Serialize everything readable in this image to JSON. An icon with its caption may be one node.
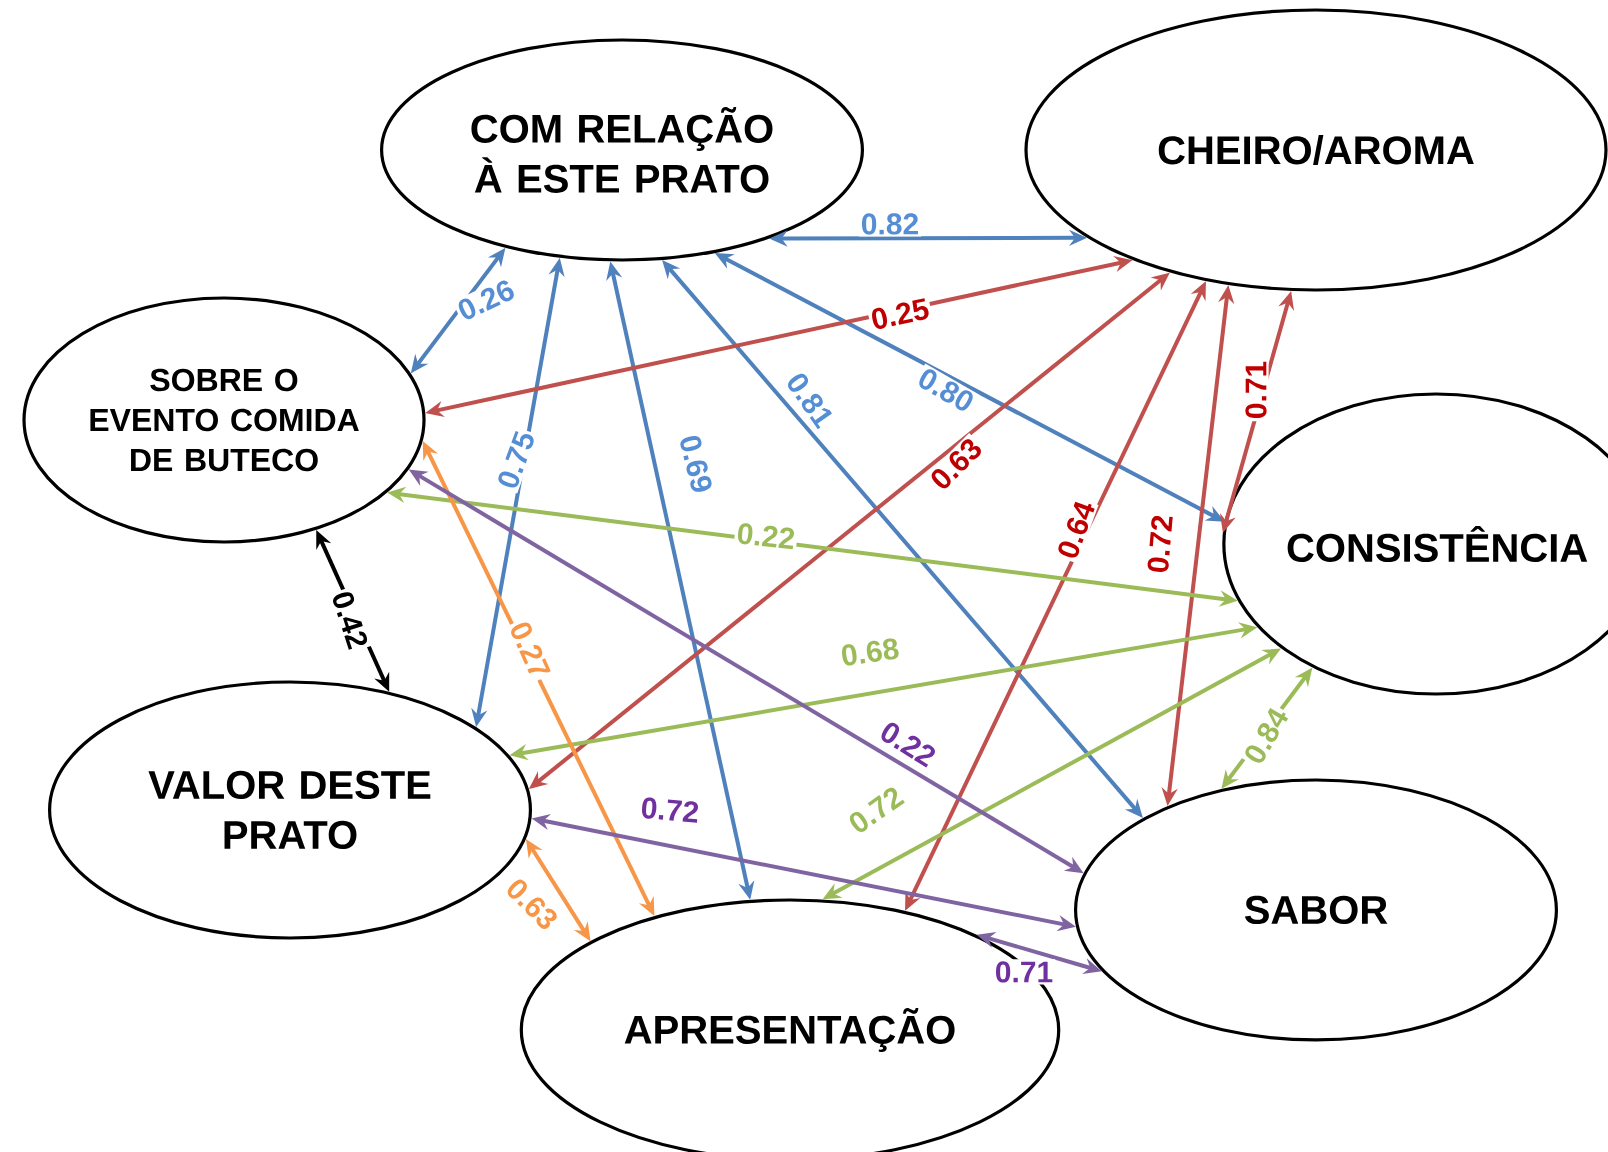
{
  "diagram": {
    "nodes": [
      {
        "text": [
          "COM RELAÇÃO À ESTE PRATO"
        ]
      },
      {
        "text": [
          "CHEIRO/AROMA"
        ]
      },
      {
        "text": [
          "SOBRE O EVENTO COMIDA DE BUTECO"
        ]
      },
      {
        "text": [
          "CONSISTÊNCIA"
        ]
      },
      {
        "text": [
          "VALOR DESTE PRATO"
        ]
      },
      {
        "text": [
          "SABOR"
        ]
      },
      {
        "text": [
          "APRESENTAÇÃO"
        ]
      }
    ],
    "edges": [
      {
        "from": 0,
        "to": 1,
        "arrow": "both",
        "label": "0.82",
        "color": "#4f81bd"
      },
      {
        "from": 0,
        "to": 2,
        "arrow": "both",
        "label": "0.26",
        "color": "#4f81bd"
      },
      {
        "from": 0,
        "to": 4,
        "arrow": "both",
        "label": "0.75",
        "color": "#4f81bd"
      },
      {
        "from": 0,
        "to": 6,
        "arrow": "both",
        "label": "0.69",
        "color": "#4f81bd"
      },
      {
        "from": 0,
        "to": 5,
        "arrow": "both",
        "label": "0.81",
        "color": "#4f81bd"
      },
      {
        "from": 0,
        "to": 3,
        "arrow": "both",
        "label": "0.80",
        "color": "#4f81bd"
      },
      {
        "from": 1,
        "to": 2,
        "arrow": "both",
        "label": "0.25",
        "color": "#c0504d"
      },
      {
        "from": 1,
        "to": 3,
        "arrow": "both",
        "label": "0.71",
        "color": "#c0504d"
      },
      {
        "from": 1,
        "to": 4,
        "arrow": "both",
        "label": "0.63",
        "color": "#c0504d"
      },
      {
        "from": 1,
        "to": 6,
        "arrow": "both",
        "label": "0.64",
        "color": "#c0504d"
      },
      {
        "from": 1,
        "to": 5,
        "arrow": "both",
        "label": "0.72",
        "color": "#c0504d"
      },
      {
        "from": 3,
        "to": 2,
        "arrow": "both",
        "label": "0.22",
        "color": "#9bbb59"
      },
      {
        "from": 3,
        "to": 4,
        "arrow": "both",
        "label": "0.68",
        "color": "#9bbb59"
      },
      {
        "from": 3,
        "to": 6,
        "arrow": "both",
        "label": "0.72",
        "color": "#9bbb59"
      },
      {
        "from": 3,
        "to": 5,
        "arrow": "both",
        "label": "0.84",
        "color": "#9bbb59"
      },
      {
        "from": 2,
        "to": 4,
        "arrow": "both",
        "label": "0.42",
        "color": "#000000"
      },
      {
        "from": 2,
        "to": 6,
        "arrow": "both",
        "label": "0.27",
        "color": "#f79646"
      },
      {
        "from": 4,
        "to": 6,
        "arrow": "both",
        "label": "0.63",
        "color": "#f79646"
      },
      {
        "from": 2,
        "to": 5,
        "arrow": "both",
        "label": "0.22",
        "color": "#8064a2"
      },
      {
        "from": 4,
        "to": 5,
        "arrow": "both",
        "label": "0.72",
        "color": "#8064a2"
      },
      {
        "from": 6,
        "to": 5,
        "arrow": "both",
        "label": "0.71",
        "color": "#8064a2"
      }
    ]
  }
}
